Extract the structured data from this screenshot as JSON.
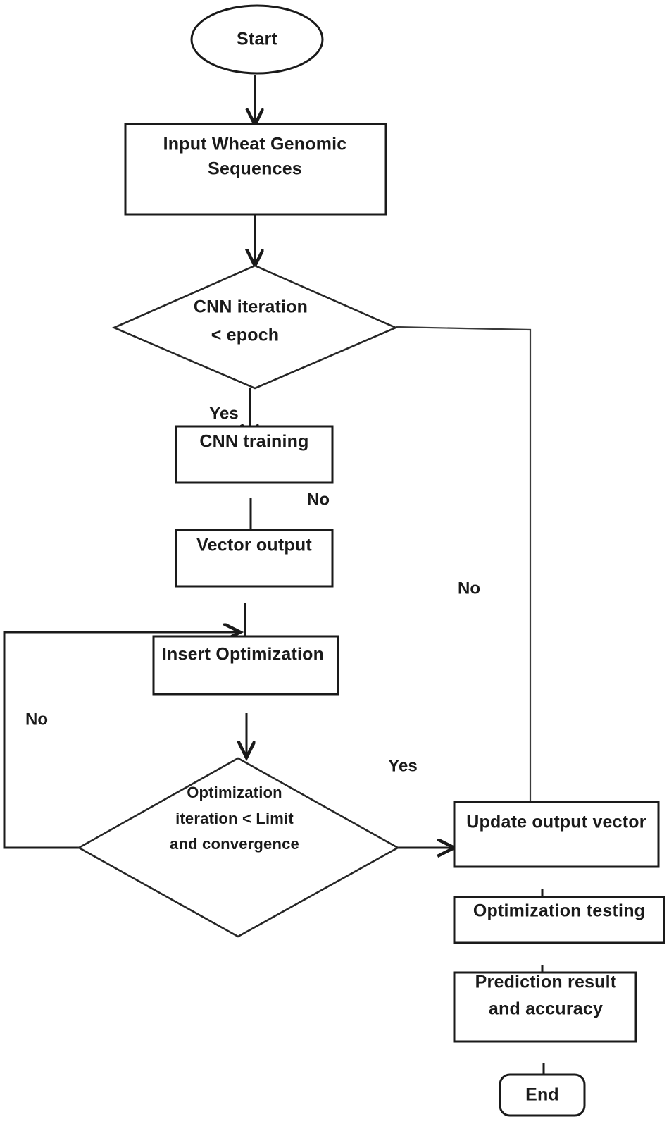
{
  "diagram": {
    "title": "CNN with optimization workflow flowchart",
    "type": "flowchart",
    "colors": {
      "stroke": "#1a1a1a",
      "fill": "#ffffff",
      "text": "#1a1a1a"
    },
    "nodes": [
      {
        "id": "start",
        "shape": "ellipse",
        "label": "Start"
      },
      {
        "id": "input",
        "shape": "rectangle",
        "label_line1": "Input Wheat Genomic",
        "label_line2": "Sequences"
      },
      {
        "id": "cnn_decision",
        "shape": "diamond",
        "label_line1": "CNN iteration",
        "label_line2": "< epoch"
      },
      {
        "id": "cnn_training",
        "shape": "rectangle",
        "label": "CNN training"
      },
      {
        "id": "vector_out",
        "shape": "rectangle",
        "label": "Vector output"
      },
      {
        "id": "insert_opt",
        "shape": "rectangle",
        "label": "Insert Optimization"
      },
      {
        "id": "opt_decision",
        "shape": "diamond",
        "label_line1": "Optimization",
        "label_line2": "iteration < Limit",
        "label_line3": "and convergence"
      },
      {
        "id": "update_vec",
        "shape": "rectangle",
        "label": "Update output vector"
      },
      {
        "id": "opt_testing",
        "shape": "rectangle",
        "label": "Optimization testing"
      },
      {
        "id": "prediction",
        "shape": "rectangle",
        "label_line1": "Prediction result",
        "label_line2": "and accuracy"
      },
      {
        "id": "end",
        "shape": "rounded-rect",
        "label": "End"
      }
    ],
    "edges": [
      {
        "from": "start",
        "to": "input",
        "label": ""
      },
      {
        "from": "input",
        "to": "cnn_decision",
        "label": ""
      },
      {
        "from": "cnn_decision",
        "to": "cnn_training",
        "label": "Yes"
      },
      {
        "from": "cnn_decision",
        "to": "update_vec",
        "label": "No"
      },
      {
        "from": "cnn_training",
        "to": "vector_out",
        "label": "No"
      },
      {
        "from": "vector_out",
        "to": "insert_opt",
        "label": ""
      },
      {
        "from": "insert_opt",
        "to": "opt_decision",
        "label": ""
      },
      {
        "from": "opt_decision",
        "to": "insert_opt",
        "label": "No"
      },
      {
        "from": "opt_decision",
        "to": "update_vec",
        "label": "Yes"
      },
      {
        "from": "update_vec",
        "to": "opt_testing",
        "label": ""
      },
      {
        "from": "opt_testing",
        "to": "prediction",
        "label": ""
      },
      {
        "from": "prediction",
        "to": "end",
        "label": ""
      }
    ],
    "edge_labels": {
      "yes_cnn": "Yes",
      "no_cnn_right": "No",
      "no_cnn_training": "No",
      "no_opt_left": "No",
      "yes_opt": "Yes"
    }
  }
}
